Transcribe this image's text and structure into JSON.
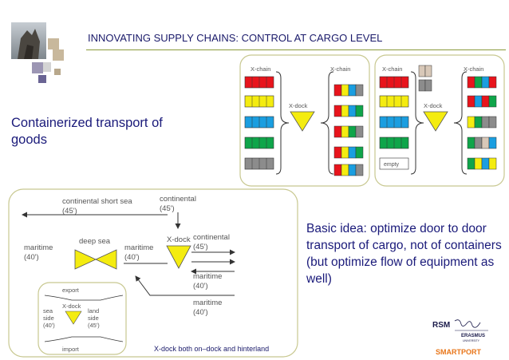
{
  "header": {
    "title": "INNOVATING SUPPLY CHAINS: CONTROL AT CARGO LEVEL"
  },
  "headline": "Containerized transport of goods",
  "basic_idea": "Basic idea: optimize door to door transport of cargo, not of containers (but optimize flow of equipment as well)",
  "xchain_panel_left": {
    "xchain_left": "X-chain",
    "xdock": "X-dock",
    "xchain_right": "X-chain"
  },
  "xchain_panel_right": {
    "xchain_left": "X-chain",
    "xdock": "X-dock",
    "xchain_right": "X-chain",
    "empty": "empty"
  },
  "network": {
    "continental_short_sea": "continental short sea",
    "continental_short_sea_size": "(45')",
    "continental_top": "continental",
    "continental_top_size": "(45')",
    "maritime_left": "maritime",
    "maritime_left_size": "(40')",
    "deep_sea": "deep sea",
    "maritime_mid": "maritime",
    "maritime_mid_size": "(40')",
    "xdock": "X-dock",
    "continental_right": "continental",
    "continental_right_size": "(45')",
    "maritime_right1": "maritime",
    "maritime_right1_size": "(40')",
    "maritime_right2": "maritime",
    "maritime_right2_size": "(40')",
    "caption": "X-dock both on–dock and hinterland"
  },
  "inset": {
    "export": "export",
    "import": "import",
    "xdock": "X-dock",
    "sea": "sea",
    "sea_side": "side",
    "sea_size": "(40')",
    "land": "land",
    "land_side": "side",
    "land_size": "(45')"
  },
  "logo": {
    "rsm": "RSM",
    "erasmus": "ERASMUS",
    "university": "UNIVERSITY",
    "smartport": "SMARTPORT"
  },
  "colors": {
    "red": "#e8141c",
    "yellow": "#f4ec10",
    "blue": "#1a9ee0",
    "green": "#0fa54a",
    "grey": "#8c8c8c",
    "beige": "#d8c8b8",
    "panel_border": "#c8c890",
    "text_navy": "#1a1a7a",
    "label_grey": "#555555",
    "smartport_orange": "#e8761a"
  }
}
